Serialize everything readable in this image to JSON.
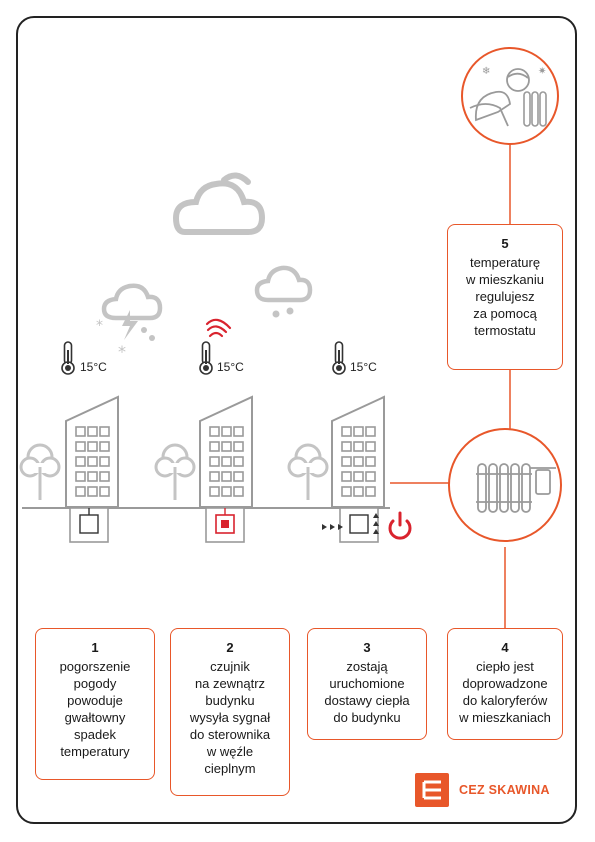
{
  "temperatures": [
    "15°C",
    "15°C",
    "15°C"
  ],
  "steps": [
    {
      "number": "1",
      "text": "pogorszenie\npogody\npowoduje\ngwałtowny\nspadek\ntemperatury"
    },
    {
      "number": "2",
      "text": "czujnik\nna zewnątrz\nbudynku\nwysyła sygnał\ndo sterownika\nw węźle\ncieplnym"
    },
    {
      "number": "3",
      "text": "zostają\nuruchomione\ndostawy ciepła\ndo budynku"
    },
    {
      "number": "4",
      "text": "ciepło jest\ndoprowadzone\ndo kaloryferów\nw mieszkaniach"
    },
    {
      "number": "5",
      "text": "temperaturę\nw mieszkaniu\nregulujesz\nza pomocą\ntermostatu"
    }
  ],
  "brand": {
    "name": "CEZ SKAWINA"
  },
  "icons": [
    "cloud-icon",
    "storm-cloud-icon",
    "rain-cloud-icon",
    "thermometer-icon",
    "signal-icon",
    "power-icon",
    "radiator-icon",
    "thermostat-person-icon",
    "tree-icon",
    "building-icon",
    "heat-exchanger-icon"
  ],
  "colors": {
    "accent": "#e8572a",
    "icon_gray": "#c4c4c4",
    "line_gray": "#9a9a9a",
    "power_red": "#d9232e"
  }
}
